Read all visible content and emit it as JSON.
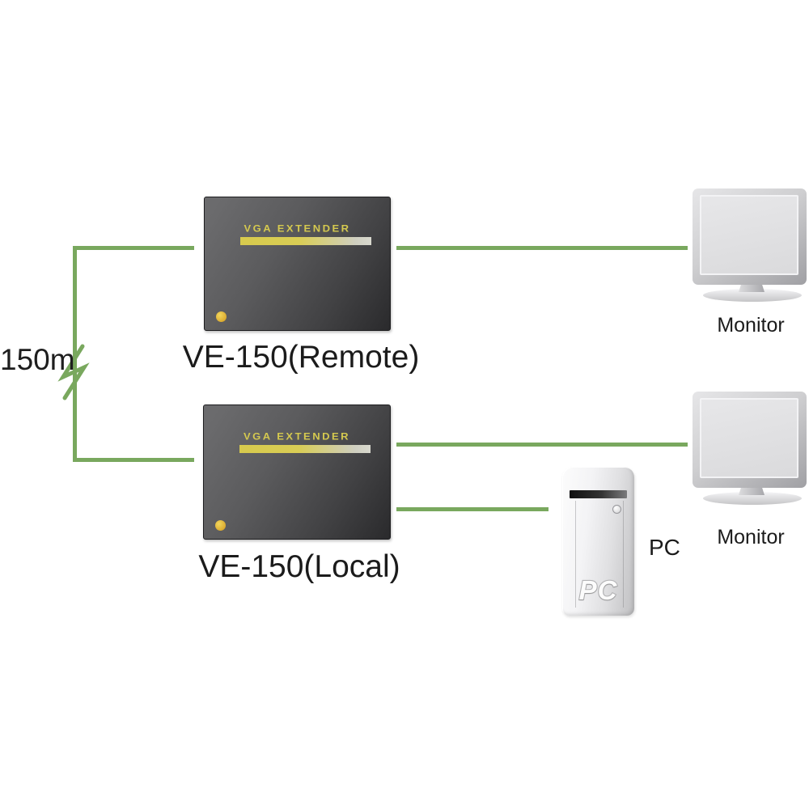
{
  "diagram": {
    "distance_label": "150m",
    "extenders": {
      "remote": {
        "panel_text": "VGA EXTENDER",
        "label": "VE-150(Remote)"
      },
      "local": {
        "panel_text": "VGA EXTENDER",
        "label": "VE-150(Local)"
      }
    },
    "monitors": {
      "top_label": "Monitor",
      "bottom_label": "Monitor"
    },
    "pc": {
      "case_text": "PC",
      "label": "PC"
    },
    "colors": {
      "cable_green": "#79a85e",
      "panel_text_yellow": "#d5c94f",
      "led_gold": "#daa92e",
      "device_gray_dark": "#2a2a2c",
      "device_gray_light": "#6b6b6d"
    }
  }
}
